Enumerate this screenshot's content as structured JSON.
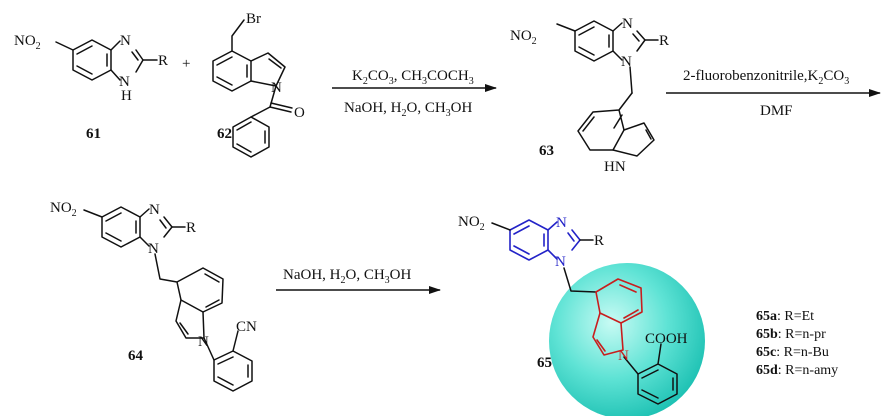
{
  "atoms": {
    "no2": "NO",
    "no2_sub": "2",
    "n": "N",
    "nh": "NH",
    "h": "H",
    "r": "R",
    "br": "Br",
    "o": "O",
    "hn": "HN",
    "cn": "CN",
    "cooh": "COOH"
  },
  "compounds": {
    "c61": "61",
    "c62": "62",
    "c63": "63",
    "c64": "64",
    "c65": "65"
  },
  "reactions": {
    "step1_top": "K2CO3, CH3COCH3",
    "step1_bottom": "NaOH, H2O, CH3OH",
    "step2_top": "2-fluorobenzonitrile,K2CO3",
    "step2_bottom": "DMF",
    "step3_top": "NaOH, H2O, CH3OH"
  },
  "plus": "+",
  "substituents": [
    {
      "id": "65a",
      "text": ": R=Et"
    },
    {
      "id": "65b",
      "text": ": R=n-pr"
    },
    {
      "id": "65c",
      "text": ": R=n-Bu"
    },
    {
      "id": "65d",
      "text": ": R=n-amy"
    }
  ],
  "colors": {
    "benzimidazole_highlight": "#2323c8",
    "indole_highlight": "#c81e1e",
    "sphere": "#33d6c8"
  }
}
